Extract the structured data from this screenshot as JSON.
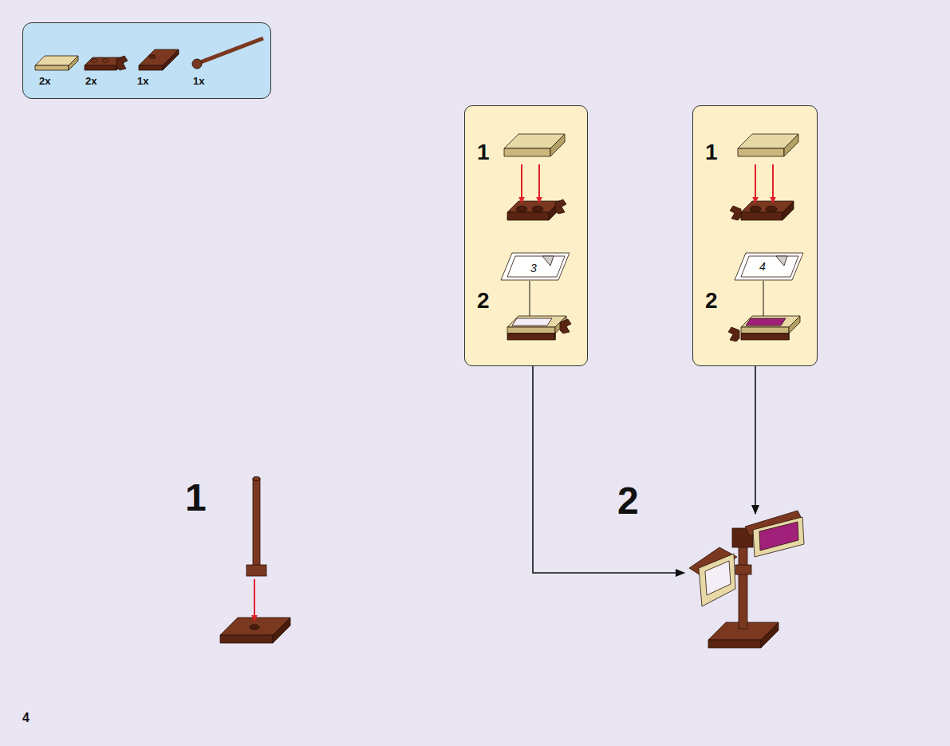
{
  "diagram": {
    "nodes": [
      {
        "text": [
          "2x",
          "2x",
          "1x",
          "1x"
        ]
      },
      {
        "text": [
          "1",
          "2",
          "3"
        ]
      },
      {
        "text": [
          "1",
          "2",
          "4"
        ]
      },
      {
        "text": [
          "2"
        ]
      }
    ],
    "edges": [
      {
        "from": 1,
        "to": 3,
        "arrow": "to"
      },
      {
        "from": 2,
        "to": 3,
        "arrow": "to"
      }
    ],
    "labels": [
      "1",
      "4"
    ]
  }
}
